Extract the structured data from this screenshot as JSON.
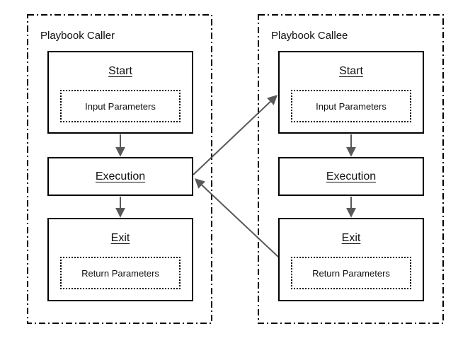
{
  "theme": {
    "background": "#ffffff",
    "line-color": "#000000",
    "arrow-color": "#595959"
  },
  "caller": {
    "title": "Playbook Caller",
    "start": {
      "label": "Start",
      "param": "Input Parameters"
    },
    "execution": {
      "label": "Execution"
    },
    "exit": {
      "label": "Exit",
      "param": "Return Parameters"
    }
  },
  "callee": {
    "title": "Playbook Callee",
    "start": {
      "label": "Start",
      "param": "Input Parameters"
    },
    "execution": {
      "label": "Execution"
    },
    "exit": {
      "label": "Exit",
      "param": "Return Parameters"
    }
  }
}
